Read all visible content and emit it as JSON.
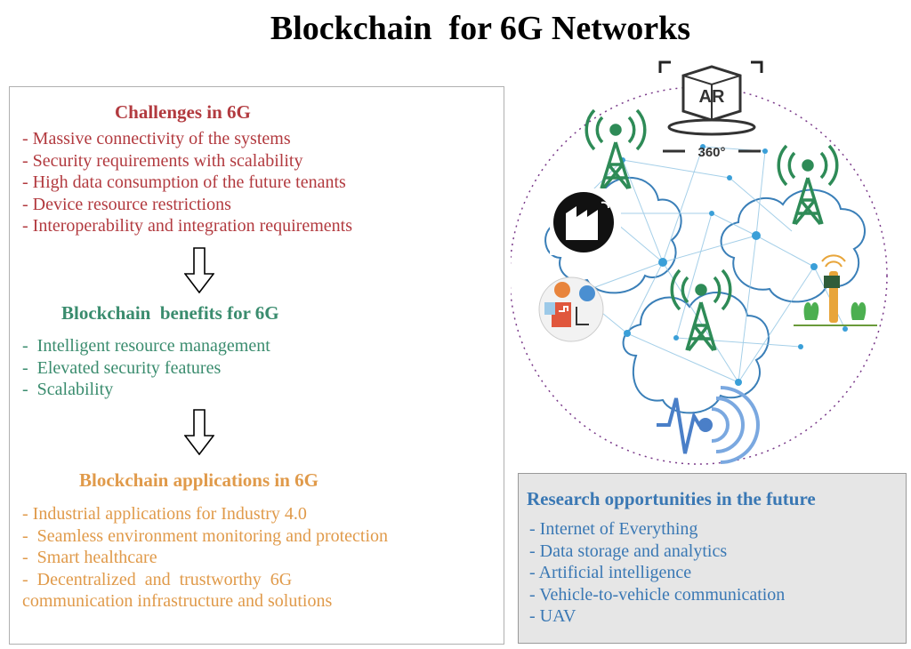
{
  "title": "Blockchain  for 6G Networks",
  "challenges": {
    "heading": "Challenges in 6G",
    "items": [
      "- Massive connectivity of the systems",
      "- Security requirements with scalability",
      "- High data consumption of the future tenants",
      "- Device resource restrictions",
      "- Interoperability and integration requirements"
    ]
  },
  "benefits": {
    "heading": "Blockchain  benefits for 6G",
    "items": [
      "-  Intelligent resource management",
      "-  Elevated security features",
      "-  Scalability"
    ]
  },
  "applications": {
    "heading": "Blockchain applications in 6G",
    "items": [
      "- Industrial applications for Industry 4.0",
      "-  Seamless environment monitoring and protection",
      "-  Smart healthcare",
      "-  Decentralized  and  trustworthy  6G",
      "communication infrastructure and solutions"
    ]
  },
  "research": {
    "heading": "Research opportunities in the future",
    "items": [
      "- Internet of Everything",
      "- Data storage and analytics",
      "- Artificial intelligence",
      "- Vehicle-to-vehicle communication",
      "- UAV"
    ]
  },
  "illustration": {
    "ar_label": "AR",
    "ar_degrees": "360°",
    "icons": [
      "ar-headset-icon",
      "cell-tower-icon",
      "factory-icon",
      "healthcare-icon",
      "smart-agriculture-icon",
      "signal-wave-icon"
    ]
  },
  "colors": {
    "challenges": "#b23a3f",
    "benefits": "#3a8c6e",
    "applications": "#e09a4a",
    "research": "#3a78b4",
    "network_line": "#8fc4e3",
    "tower": "#2e8b57"
  }
}
